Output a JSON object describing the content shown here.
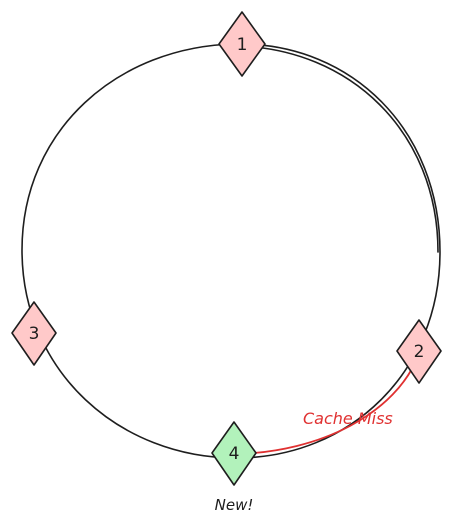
{
  "nodes": [
    {
      "label": "1",
      "fill": "#ffc9c9"
    },
    {
      "label": "2",
      "fill": "#ffc9c9"
    },
    {
      "label": "3",
      "fill": "#ffc9c9"
    },
    {
      "label": "4",
      "fill": "#b2f2bb"
    }
  ],
  "annotations": {
    "cache_miss": "Cache Miss",
    "new_node": "New!"
  },
  "colors": {
    "ring_stroke": "#1e1e1e",
    "node_stroke": "#1e1e1e",
    "arrow": "#e03131"
  }
}
